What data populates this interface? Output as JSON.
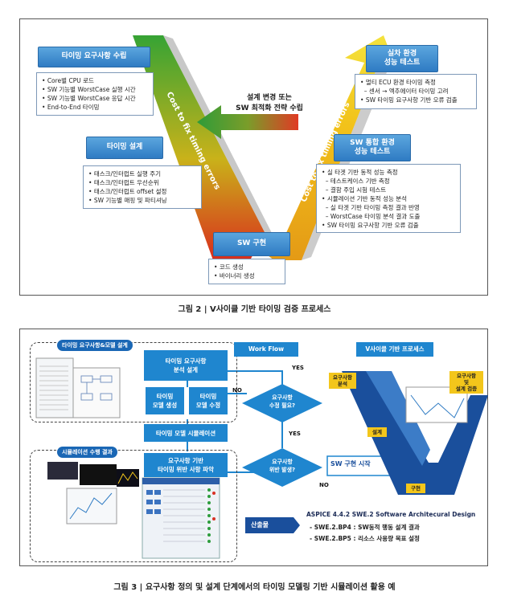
{
  "fig2": {
    "req_title": "타이밍 요구사항 수립",
    "req_items": [
      "Core별 CPU 로드",
      "SW 기능별 WorstCase 실행 시간",
      "SW 기능별 WorstCase 응답 시간",
      "End-to-End 타이밍"
    ],
    "design_title": "타이밍 설계",
    "design_items": [
      "태스크/인터럽트 실행 주기",
      "태스크/인터럽트 우선순위",
      "태스크/인터럽트 offset 설정",
      "SW 기능별 매핑 및 파티셔닝"
    ],
    "impl_title": "SW 구현",
    "impl_items": [
      "코드 생성",
      "바이너리 생성"
    ],
    "vehicle_title": "실차 환경\n성능 테스트",
    "vehicle_items": [
      "멀티 ECU 환경 타이밍 측정",
      "– 센서 → 엑추에이터 타이밍 고려",
      "SW 타이밍 요구사항 기반 오류 검출"
    ],
    "integ_title": "SW 통합 환경\n성능 테스트",
    "integ_items": [
      "실 타겟 기반 동적 성능 측정",
      "– 테스트케이스 기반 측정",
      "– 결함 주입 시험 테스트",
      "시뮬레이션 기반 동적 성능 분석",
      "– 실 타겟 기반 타이밍 측정 결과 반영",
      "– WorstCase 타이밍 분석 결과 도출",
      "SW 타이밍 요구사항 기반 오류 검출"
    ],
    "left_arrow_text": "Cost to fix timing errors",
    "right_arrow_text": "Cost to fix timing errors",
    "center_text": "설계 변경 또는\nSW 최적화 전략 수립",
    "caption": "그림 2 | V사이클 기반 타이밍 검증 프로세스"
  },
  "fig3": {
    "group1_tag": "타이밍 요구사항&모델 설계",
    "group2_tag": "시뮬레이션 수행 결과",
    "workflow_tag": "Work Flow",
    "vcycle_tag": "V사이클 기반 프로세스",
    "box_analysis": "타이밍 요구사항\n분석 설계",
    "box_model_gen": "타이밍\n모델 생성",
    "box_model_edit": "타이밍\n모델 수정",
    "box_sim": "타이밍 모델 시뮬레이션",
    "box_violation": "요구사항 기반\n타이밍 위반 사항 파악",
    "diamond1": "요구사항\n수정 필요?",
    "diamond2": "요구사항\n위반 발생?",
    "yes1": "YES",
    "no1": "NO",
    "yes2": "YES",
    "no2": "NO",
    "sw_start": "SW 구현 시작",
    "v_req_analysis": "요구사항\n분석",
    "v_req_verify": "요구사항\n및\n설계 검증",
    "v_design": "설계",
    "v_impl": "구현",
    "output_tag": "산출물",
    "aspice_title": "ASPICE 4.4.2 SWE.2 Software Architecural Design",
    "aspice_items": [
      "- SWE.2.BP4 : SW동적 행동 설계 결과",
      "- SWE.2.BP5 : 리소스 사용량 목표 설정"
    ],
    "caption": "그림 3 | 요구사항 정의 및 설계 단계에서의 타이밍 모델링 기반 시뮬레이션 활용 예"
  },
  "colors": {
    "blue": "#2f7bc3",
    "green": "#2e9a3a",
    "red": "#d62f1e",
    "yellow": "#f3c61b",
    "navy": "#1a4f9c"
  }
}
